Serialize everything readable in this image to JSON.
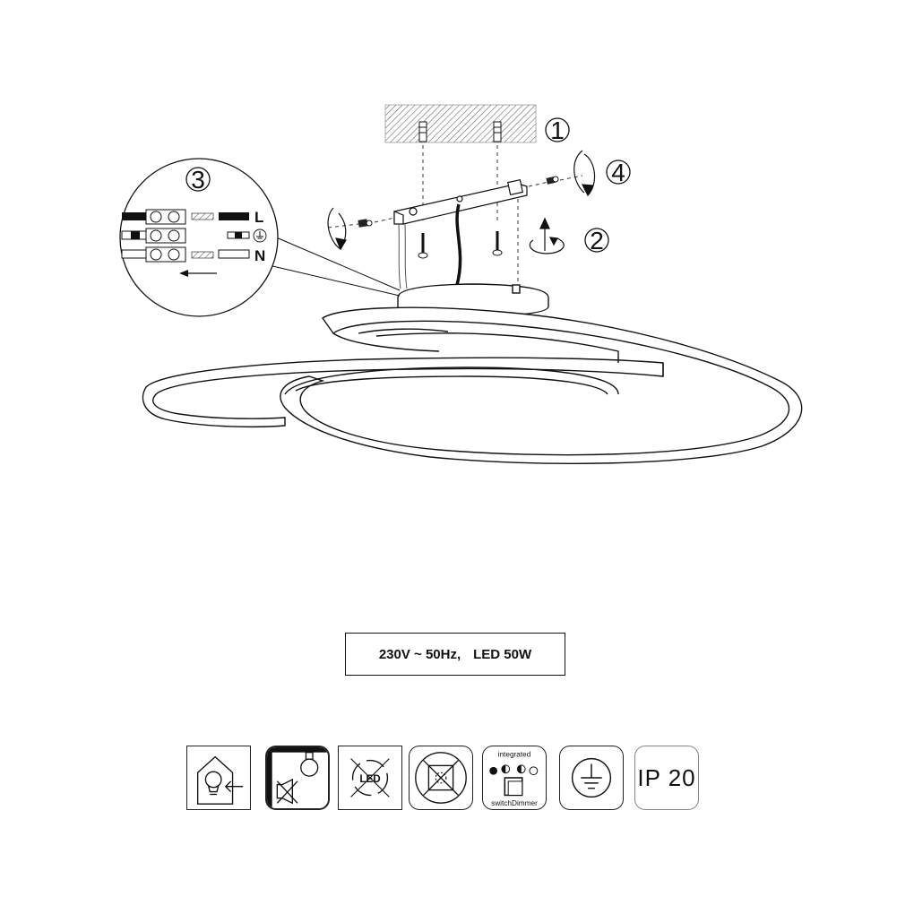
{
  "steps": {
    "s1": "1",
    "s2": "2",
    "s3": "3",
    "s4": "4"
  },
  "wiring": {
    "live": "L",
    "neutral": "N"
  },
  "spec": {
    "voltage": "230V ~ 50Hz,",
    "power": "LED 50W"
  },
  "icons": [
    {
      "name": "bulb-replace-icon"
    },
    {
      "name": "no-spotlight-icon"
    },
    {
      "name": "led-not-replaceable-icon"
    },
    {
      "name": "no-cover-icon"
    },
    {
      "name": "switch-dimmer-icon",
      "top_text": "integrated",
      "bottom_text": "switchDimmer"
    },
    {
      "name": "ground-icon"
    },
    {
      "name": "ip-rating-icon",
      "text": "IP 20"
    }
  ]
}
